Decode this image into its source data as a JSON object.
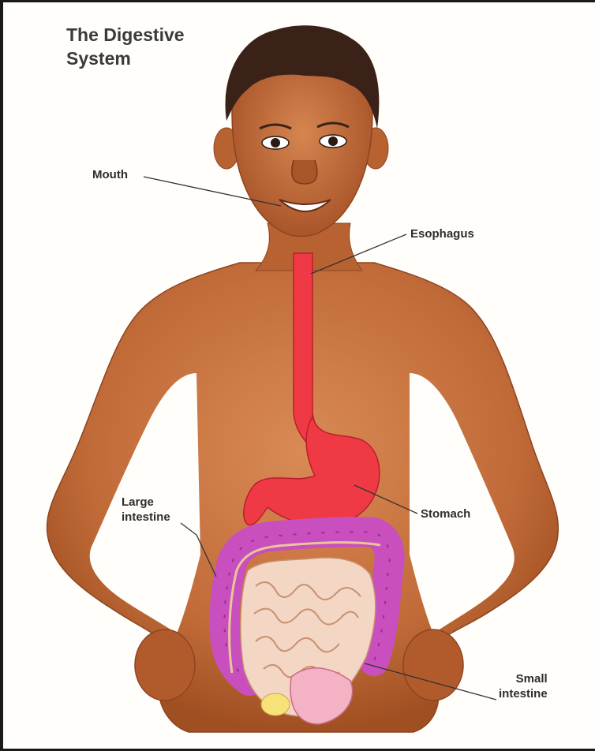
{
  "title": [
    "The Digestive",
    "System"
  ],
  "labels": {
    "mouth": "Mouth",
    "esophagus": "Esophagus",
    "stomach": "Stomach",
    "large_intestine": [
      "Large",
      "intestine"
    ],
    "small_intestine": [
      "Small",
      "intestine"
    ]
  },
  "colors": {
    "skin": "#c8703e",
    "skin_shadow": "#a85428",
    "hair": "#3a2218",
    "organ_red": "#ef3a45",
    "large_intestine": "#c84fbd",
    "small_intestine": "#f3d6c4",
    "leader_line": "#333333"
  }
}
